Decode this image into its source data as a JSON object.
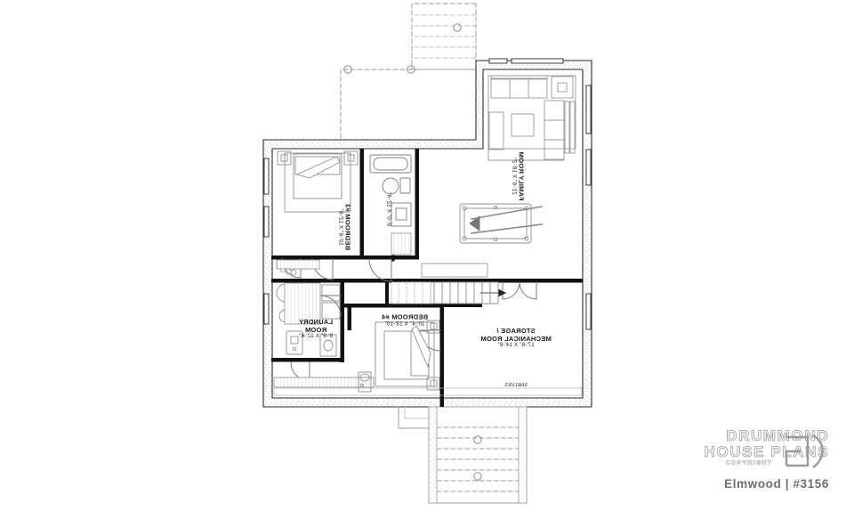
{
  "document": {
    "type": "architectural-floor-plan",
    "level": "basement"
  },
  "rooms": [
    {
      "id": "family-room",
      "name": "FAMILY ROOM",
      "dimensions": "21'-8\" X 18'-2\""
    },
    {
      "id": "bathroom",
      "name": "",
      "dimensions": "8'-0\" X 12'-4\""
    },
    {
      "id": "bedroom-3",
      "name": "BEDROOM #3",
      "dimensions": "10'-8\" X 12'-8\""
    },
    {
      "id": "bedroom-4",
      "name": "BEDROOM #4",
      "dimensions": "10'-4\" X 13'-10\""
    },
    {
      "id": "laundry-room",
      "name": "LAUNDRY\nROOM",
      "dimensions": "8'-8\" X 12'-6\""
    },
    {
      "id": "storage-mech",
      "name": "STORAGE /\nMECHANICAL ROOM",
      "dimensions": "17'-8\" X 14'-8\""
    }
  ],
  "labels": {
    "family_room_name": "FAMILY ROOM",
    "family_room_dim": "21'-8\" X 18'-2\"",
    "bathroom_dim": "8'-0\" X 12'-4\"",
    "bedroom3_name": "BEDROOM #3",
    "bedroom3_dim": "10'-8\" X 12'-8\"",
    "bedroom4_name": "BEDROOM #4",
    "bedroom4_dim": "10'-4\" X 13'-10\"",
    "laundry_name_line1": "LAUNDRY",
    "laundry_name_line2": "ROOM",
    "laundry_dim": "8'-8\" X 12'-6\"",
    "storage_name_line1": "STORAGE /",
    "storage_name_line2": "MECHANICAL ROOM",
    "storage_dim": "17'-8\" X 14'-8\"",
    "shelves": "SHELVES"
  },
  "branding": {
    "line1": "DRUMMOND",
    "line2": "HOUSE PLANS",
    "copyright": "COPYRIGHT",
    "logo_icon": "drummond-bracket-logo-icon"
  },
  "plan_title": {
    "text": "Elmwood | #3156",
    "model_name": "Elmwood",
    "separator": "|",
    "plan_number": "#3156"
  },
  "colors": {
    "background": "#ffffff",
    "wall_fill": "#111111",
    "wall_hatch": "#9b9b9b",
    "furniture_line": "#8c8c8c",
    "label_text": "#1a1a1a",
    "brand_text": "#ffffff",
    "brand_stroke": "#9a9a9a",
    "title_text": "#6f6f6f",
    "deck_dash": "#9d9d9d"
  }
}
